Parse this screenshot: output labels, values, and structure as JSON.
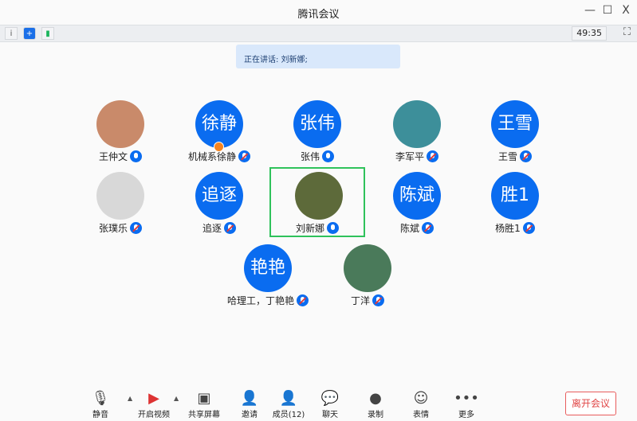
{
  "window": {
    "title": "腾讯会议",
    "minimize": "—",
    "maximize": "☐",
    "close": "X"
  },
  "toolbar": {
    "info_icon": "i",
    "shield_icon": "+",
    "signal_icon": "▮",
    "timer": "49:35",
    "fullscreen_icon": "⛶"
  },
  "speaking": "正在讲话: 刘新娜;",
  "participants": [
    {
      "avatar_text": "",
      "photo": true,
      "name": "王仲文",
      "muted": false,
      "color": "#c98a6a"
    },
    {
      "avatar_text": "徐静",
      "name": "机械系徐静",
      "muted": true,
      "host": true
    },
    {
      "avatar_text": "张伟",
      "name": "张伟",
      "muted": false
    },
    {
      "avatar_text": "",
      "photo": true,
      "name": "李军平",
      "muted": true,
      "color": "#3d8f9a"
    },
    {
      "avatar_text": "王雪",
      "name": "王雪",
      "muted": true
    },
    {
      "avatar_text": "",
      "photo": true,
      "name": "张璞乐",
      "muted": true,
      "color": "#d8d8d8"
    },
    {
      "avatar_text": "追逐",
      "name": "追逐",
      "muted": true
    },
    {
      "avatar_text": "",
      "photo": true,
      "name": "刘新娜",
      "muted": false,
      "active": true,
      "color": "#5d6a3a"
    },
    {
      "avatar_text": "陈斌",
      "name": "陈斌",
      "muted": true
    },
    {
      "avatar_text": "胜1",
      "name": "杨胜1",
      "muted": true
    },
    {
      "avatar_text": "艳艳",
      "name": "哈理工，丁艳艳",
      "muted": true
    },
    {
      "avatar_text": "",
      "photo": true,
      "name": "丁洋",
      "muted": true,
      "color": "#4a7a5a"
    }
  ],
  "bottom": [
    {
      "label": "静音",
      "icon": "🎙"
    },
    {
      "label": "开启视频",
      "icon": "▶"
    },
    {
      "label": "共享屏幕",
      "icon": "▣"
    },
    {
      "label": "邀请",
      "icon": "👤"
    },
    {
      "label": "成员(12)",
      "icon": "👤"
    },
    {
      "label": "聊天",
      "icon": "💬"
    },
    {
      "label": "录制",
      "icon": "●"
    },
    {
      "label": "表情",
      "icon": "☺"
    },
    {
      "label": "更多",
      "icon": "•••"
    }
  ],
  "leave": "离开会议"
}
